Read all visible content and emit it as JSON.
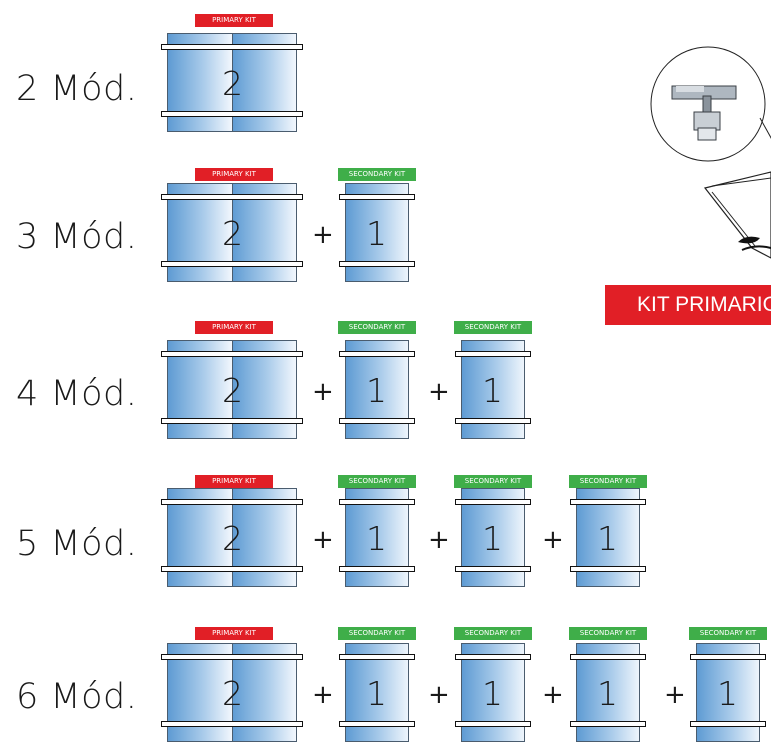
{
  "rows": [
    {
      "label": "2 Mód.",
      "primary_tag": "PRIMARY KIT",
      "primary_count": "2",
      "secondaries": []
    },
    {
      "label": "3 Mód.",
      "primary_tag": "PRIMARY KIT",
      "primary_count": "2",
      "secondaries": [
        {
          "tag": "SECONDARY KIT",
          "count": "1"
        }
      ]
    },
    {
      "label": "4 Mód.",
      "primary_tag": "PRIMARY KIT",
      "primary_count": "2",
      "secondaries": [
        {
          "tag": "SECONDARY KIT",
          "count": "1"
        },
        {
          "tag": "SECONDARY KIT",
          "count": "1"
        }
      ]
    },
    {
      "label": "5 Mód.",
      "primary_tag": "PRIMARY KIT",
      "primary_count": "2",
      "secondaries": [
        {
          "tag": "SECONDARY KIT",
          "count": "1"
        },
        {
          "tag": "SECONDARY KIT",
          "count": "1"
        },
        {
          "tag": "SECONDARY KIT",
          "count": "1"
        }
      ]
    },
    {
      "label": "6 Mód.",
      "primary_tag": "PRIMARY KIT",
      "primary_count": "2",
      "secondaries": [
        {
          "tag": "SECONDARY KIT",
          "count": "1"
        },
        {
          "tag": "SECONDARY KIT",
          "count": "1"
        },
        {
          "tag": "SECONDARY KIT",
          "count": "1"
        },
        {
          "tag": "SECONDARY KIT",
          "count": "1"
        }
      ]
    }
  ],
  "plus_sign": "+",
  "kit_banner": "KIT PRIMARIO",
  "colors": {
    "primary": "#e11f26",
    "secondary": "#3fae49",
    "panel": "#5e9bd3"
  },
  "icons": {
    "clamp_detail": "end-clamp-detail-icon",
    "panel_perspective": "panel-perspective-icon"
  }
}
